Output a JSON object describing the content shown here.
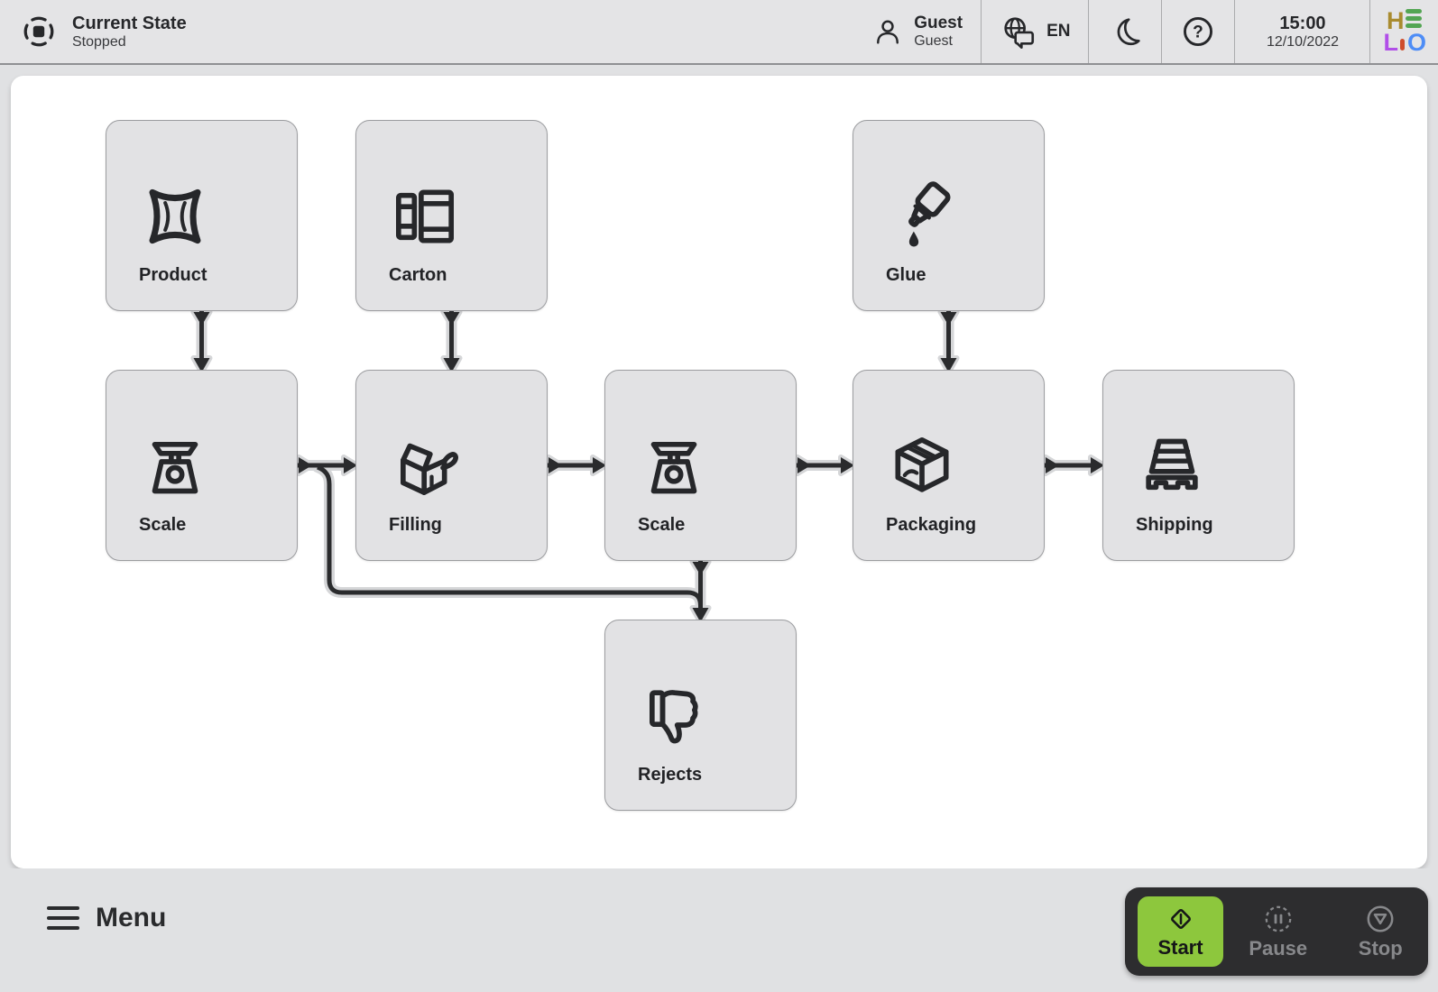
{
  "header": {
    "state": {
      "icon": "stop-state-icon",
      "title": "Current State",
      "value": "Stopped"
    },
    "user": {
      "icon": "user-icon",
      "name": "Guest",
      "role": "Guest"
    },
    "language": {
      "icon": "globe-chat-icon",
      "code": "EN"
    },
    "theme_toggle": {
      "icon": "moon-icon"
    },
    "help": {
      "icon": "question-circle-icon"
    },
    "clock": {
      "time": "15:00",
      "date": "12/10/2022"
    },
    "logo": {
      "name": "HELIO",
      "letters": {
        "h": "H",
        "l": "L",
        "o": "O"
      },
      "colors": {
        "h": "#a98b2f",
        "e_bars": "#53a553",
        "l": "#b14fe8",
        "i_bar": "#cf4e2d",
        "o": "#4e8df6"
      }
    }
  },
  "diagram": {
    "nodes": [
      {
        "id": "product",
        "label": "Product",
        "icon": "product-bag-icon"
      },
      {
        "id": "carton",
        "label": "Carton",
        "icon": "carton-blank-icon"
      },
      {
        "id": "glue",
        "label": "Glue",
        "icon": "glue-bottle-icon"
      },
      {
        "id": "scale-1",
        "label": "Scale",
        "icon": "weighing-scale-icon"
      },
      {
        "id": "filling",
        "label": "Filling",
        "icon": "open-box-icon"
      },
      {
        "id": "scale-2",
        "label": "Scale",
        "icon": "weighing-scale-icon"
      },
      {
        "id": "packaging",
        "label": "Packaging",
        "icon": "sealed-box-icon"
      },
      {
        "id": "shipping",
        "label": "Shipping",
        "icon": "pallet-icon"
      },
      {
        "id": "rejects",
        "label": "Rejects",
        "icon": "thumbs-down-icon"
      }
    ],
    "edges": [
      {
        "from": "product",
        "to": "scale-1"
      },
      {
        "from": "carton",
        "to": "filling"
      },
      {
        "from": "glue",
        "to": "packaging"
      },
      {
        "from": "scale-1",
        "to": "filling"
      },
      {
        "from": "filling",
        "to": "scale-2"
      },
      {
        "from": "scale-2",
        "to": "packaging"
      },
      {
        "from": "packaging",
        "to": "shipping"
      },
      {
        "from": "scale-2",
        "to": "rejects"
      },
      {
        "from": "scale-1",
        "to": "rejects"
      }
    ]
  },
  "footer": {
    "menu_label": "Menu",
    "controls": [
      {
        "id": "start",
        "label": "Start",
        "icon": "start-diamond-icon",
        "enabled": true
      },
      {
        "id": "pause",
        "label": "Pause",
        "icon": "pause-circle-icon",
        "enabled": false
      },
      {
        "id": "stop",
        "label": "Stop",
        "icon": "stop-circle-icon",
        "enabled": false
      }
    ]
  },
  "colors": {
    "accent_green": "#8dc73d",
    "panel_dark": "#2d2d2f",
    "wire": "#2a2b2d",
    "node_fill": "#e2e2e4"
  }
}
